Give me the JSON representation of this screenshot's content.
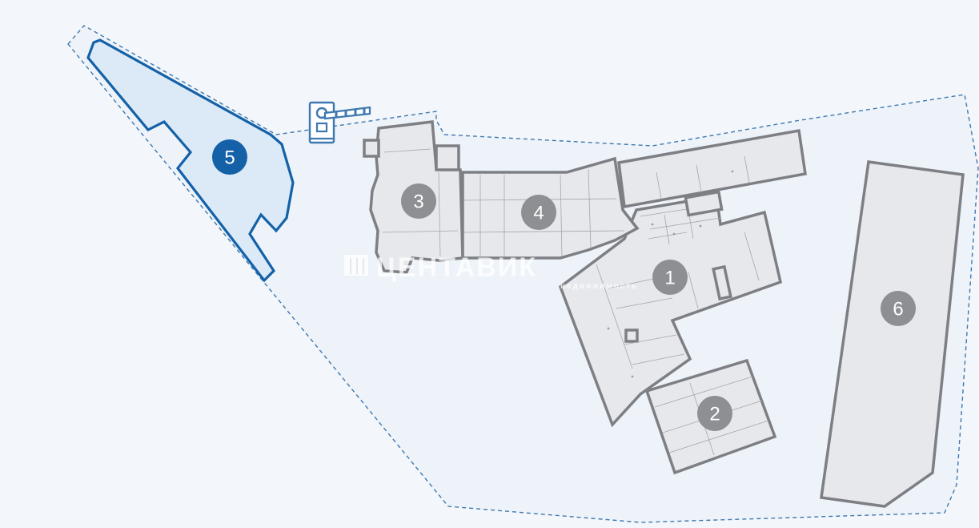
{
  "map": {
    "accent_color": "#1461a8",
    "building_fill": "#e6e8ec",
    "building_stroke": "#7d7f84",
    "badge_color": "#8d8f93",
    "selected_zone": "5",
    "zones": [
      {
        "id": "zone-1",
        "label": "1",
        "kind": "building"
      },
      {
        "id": "zone-2",
        "label": "2",
        "kind": "building"
      },
      {
        "id": "zone-3",
        "label": "3",
        "kind": "building"
      },
      {
        "id": "zone-4",
        "label": "4",
        "kind": "building"
      },
      {
        "id": "zone-5",
        "label": "5",
        "kind": "parking-area",
        "selected": true
      },
      {
        "id": "zone-6",
        "label": "6",
        "kind": "building"
      }
    ],
    "icons": {
      "gate": "barrier-gate-icon",
      "watermark_logo": "building-logo-icon"
    },
    "watermark_text": "ЦЕНТАВИК",
    "watermark_subtext": "недвижимость"
  }
}
